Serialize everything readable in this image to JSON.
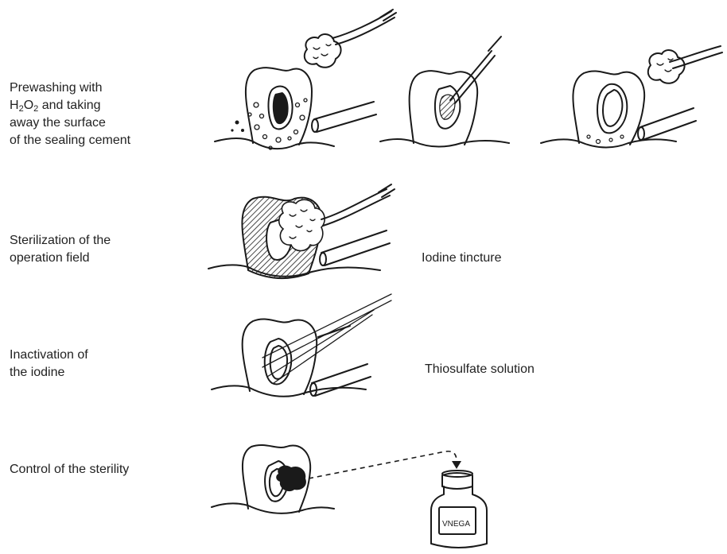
{
  "steps": [
    {
      "line1": "Prewashing with",
      "line2_prefix": "H",
      "line2_sub1": "2",
      "line2_mid": "O",
      "line2_sub2": "2",
      "line2_suffix": " and taking",
      "line3": "away the surface",
      "line4": "of the sealing cement"
    },
    {
      "line1": "Sterilization of the",
      "line2": "operation field",
      "agent": "Iodine tincture"
    },
    {
      "line1": "Inactivation of",
      "line2": "the iodine",
      "agent": "Thiosulfate solution"
    },
    {
      "line1": "Control of the sterility"
    }
  ],
  "bottle_label": "VNEGA"
}
